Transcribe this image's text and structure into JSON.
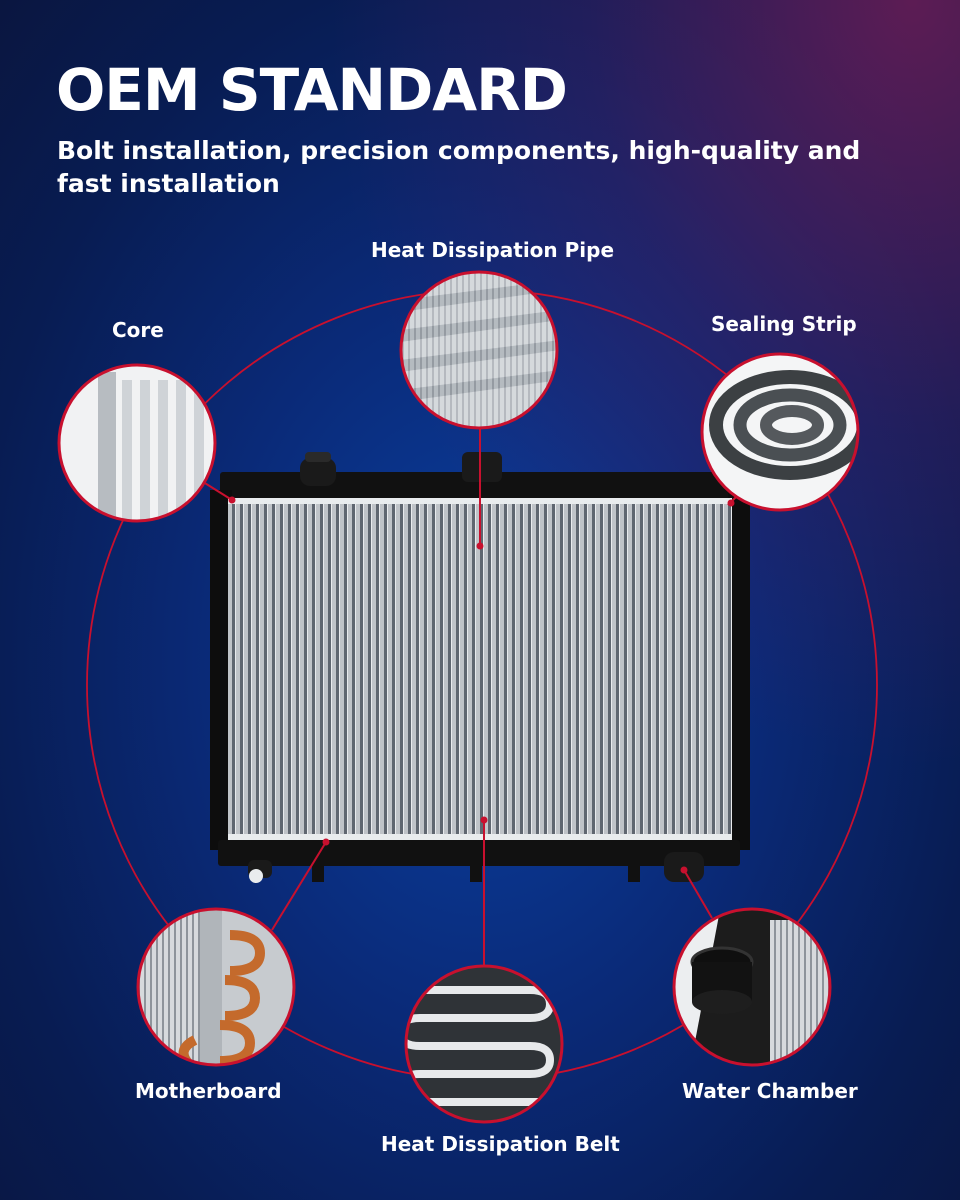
{
  "header": {
    "title": "OEM STANDARD",
    "subtitle": "Bolt installation, precision components, high-quality and fast installation"
  },
  "callouts": {
    "heat_dissipation_pipe": "Heat Dissipation Pipe",
    "core": "Core",
    "sealing_strip": "Sealing Strip",
    "motherboard": "Motherboard",
    "water_chamber": "Water Chamber",
    "heat_dissipation_belt": "Heat Dissipation Belt"
  },
  "colors": {
    "accent_line": "#c8102e",
    "bg_dark": "#081c52"
  }
}
